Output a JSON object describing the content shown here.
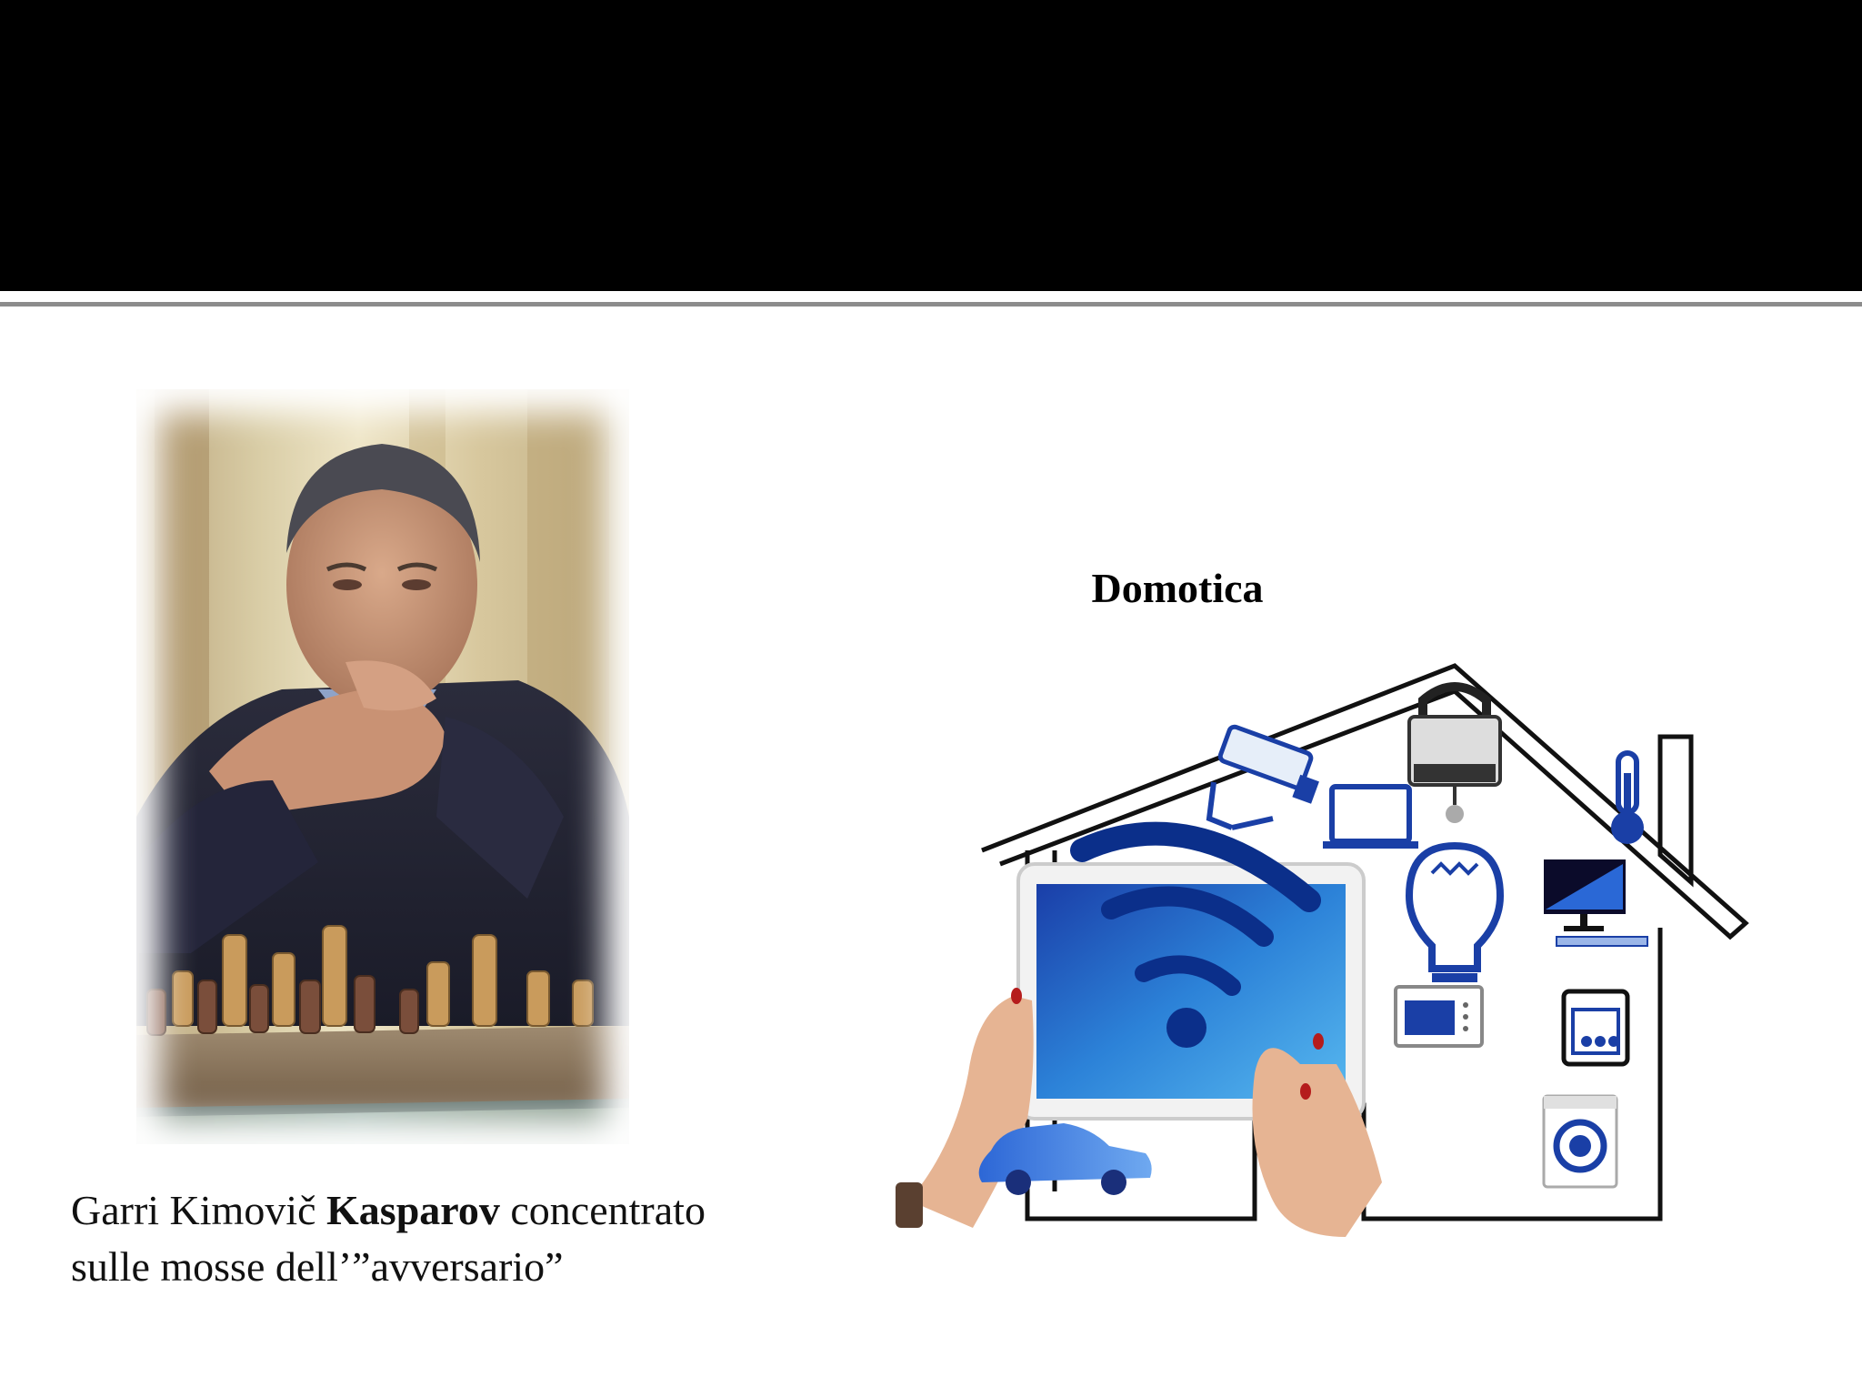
{
  "caption": {
    "prefix": "Garri Kimovič ",
    "bold": "Kasparov",
    "suffix": " concentrato",
    "line2": "sulle mosse dell’”avversario”"
  },
  "domotica": {
    "title": "Domotica"
  },
  "colors": {
    "title_bar": "#000000",
    "rule": "#8c8c8c",
    "icon_blue": "#1a3fa6",
    "wifi_blue": "#0d47c9"
  }
}
